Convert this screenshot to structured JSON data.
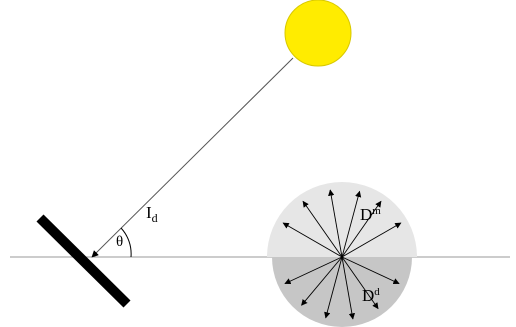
{
  "labels": {
    "intensity_main": "I",
    "intensity_sub": "d",
    "angle": "θ",
    "dome_upper_main": "D",
    "dome_upper_sup": "m",
    "dome_lower_main": "D",
    "dome_lower_sup": "d"
  },
  "colors": {
    "sun": "#ffec00",
    "sun_stroke": "#d8c800",
    "panel": "#000000",
    "ray": "#555555",
    "ground": "#999999",
    "dome_upper": "#e6e6e6",
    "dome_lower": "#c6c6c6",
    "arrows": "#000000"
  }
}
